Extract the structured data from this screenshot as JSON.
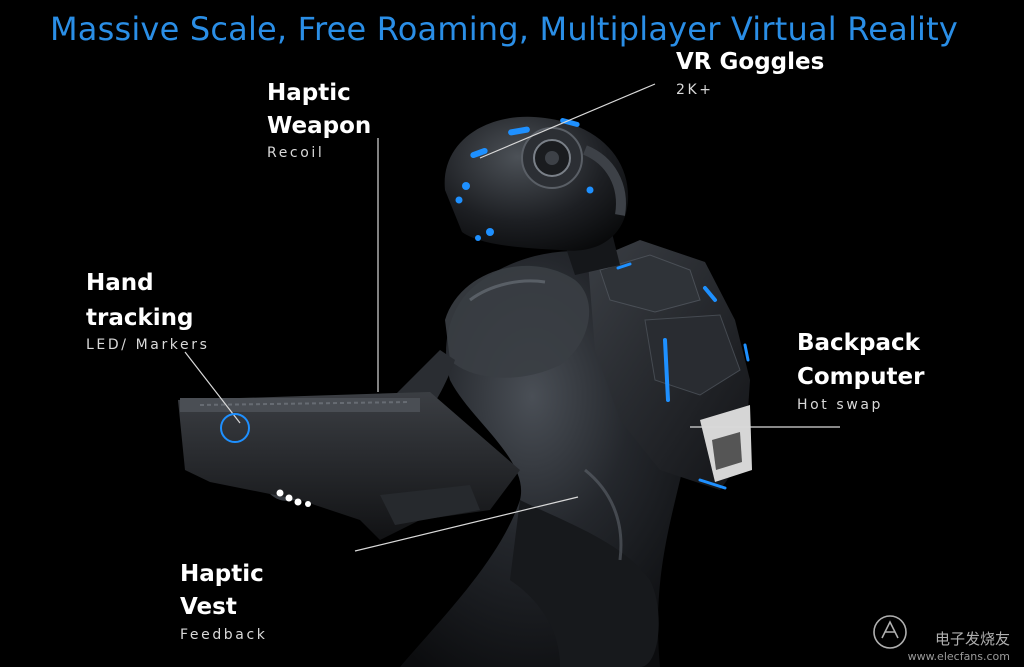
{
  "title": "Massive Scale, Free Roaming, Multiplayer Virtual Reality",
  "labels": {
    "vr_goggles": {
      "title": "VR Goggles",
      "sub": "2K+"
    },
    "haptic_weapon": {
      "title_line1": "Haptic",
      "title_line2": "Weapon",
      "sub": "Recoil"
    },
    "hand_tracking": {
      "title_line1": "Hand",
      "title_line2": "tracking",
      "sub": "LED/ Markers"
    },
    "backpack_computer": {
      "title_line1": "Backpack",
      "title_line2": "Computer",
      "sub": "Hot swap"
    },
    "haptic_vest": {
      "title_line1": "Haptic",
      "title_line2": "Vest",
      "sub": "Feedback"
    }
  },
  "watermark": {
    "name": "电子发烧友",
    "url": "www.elecfans.com"
  },
  "colors": {
    "title": "#2a8ee6",
    "accent": "#1e90ff",
    "background": "#000000",
    "suit": "#1f2226"
  }
}
